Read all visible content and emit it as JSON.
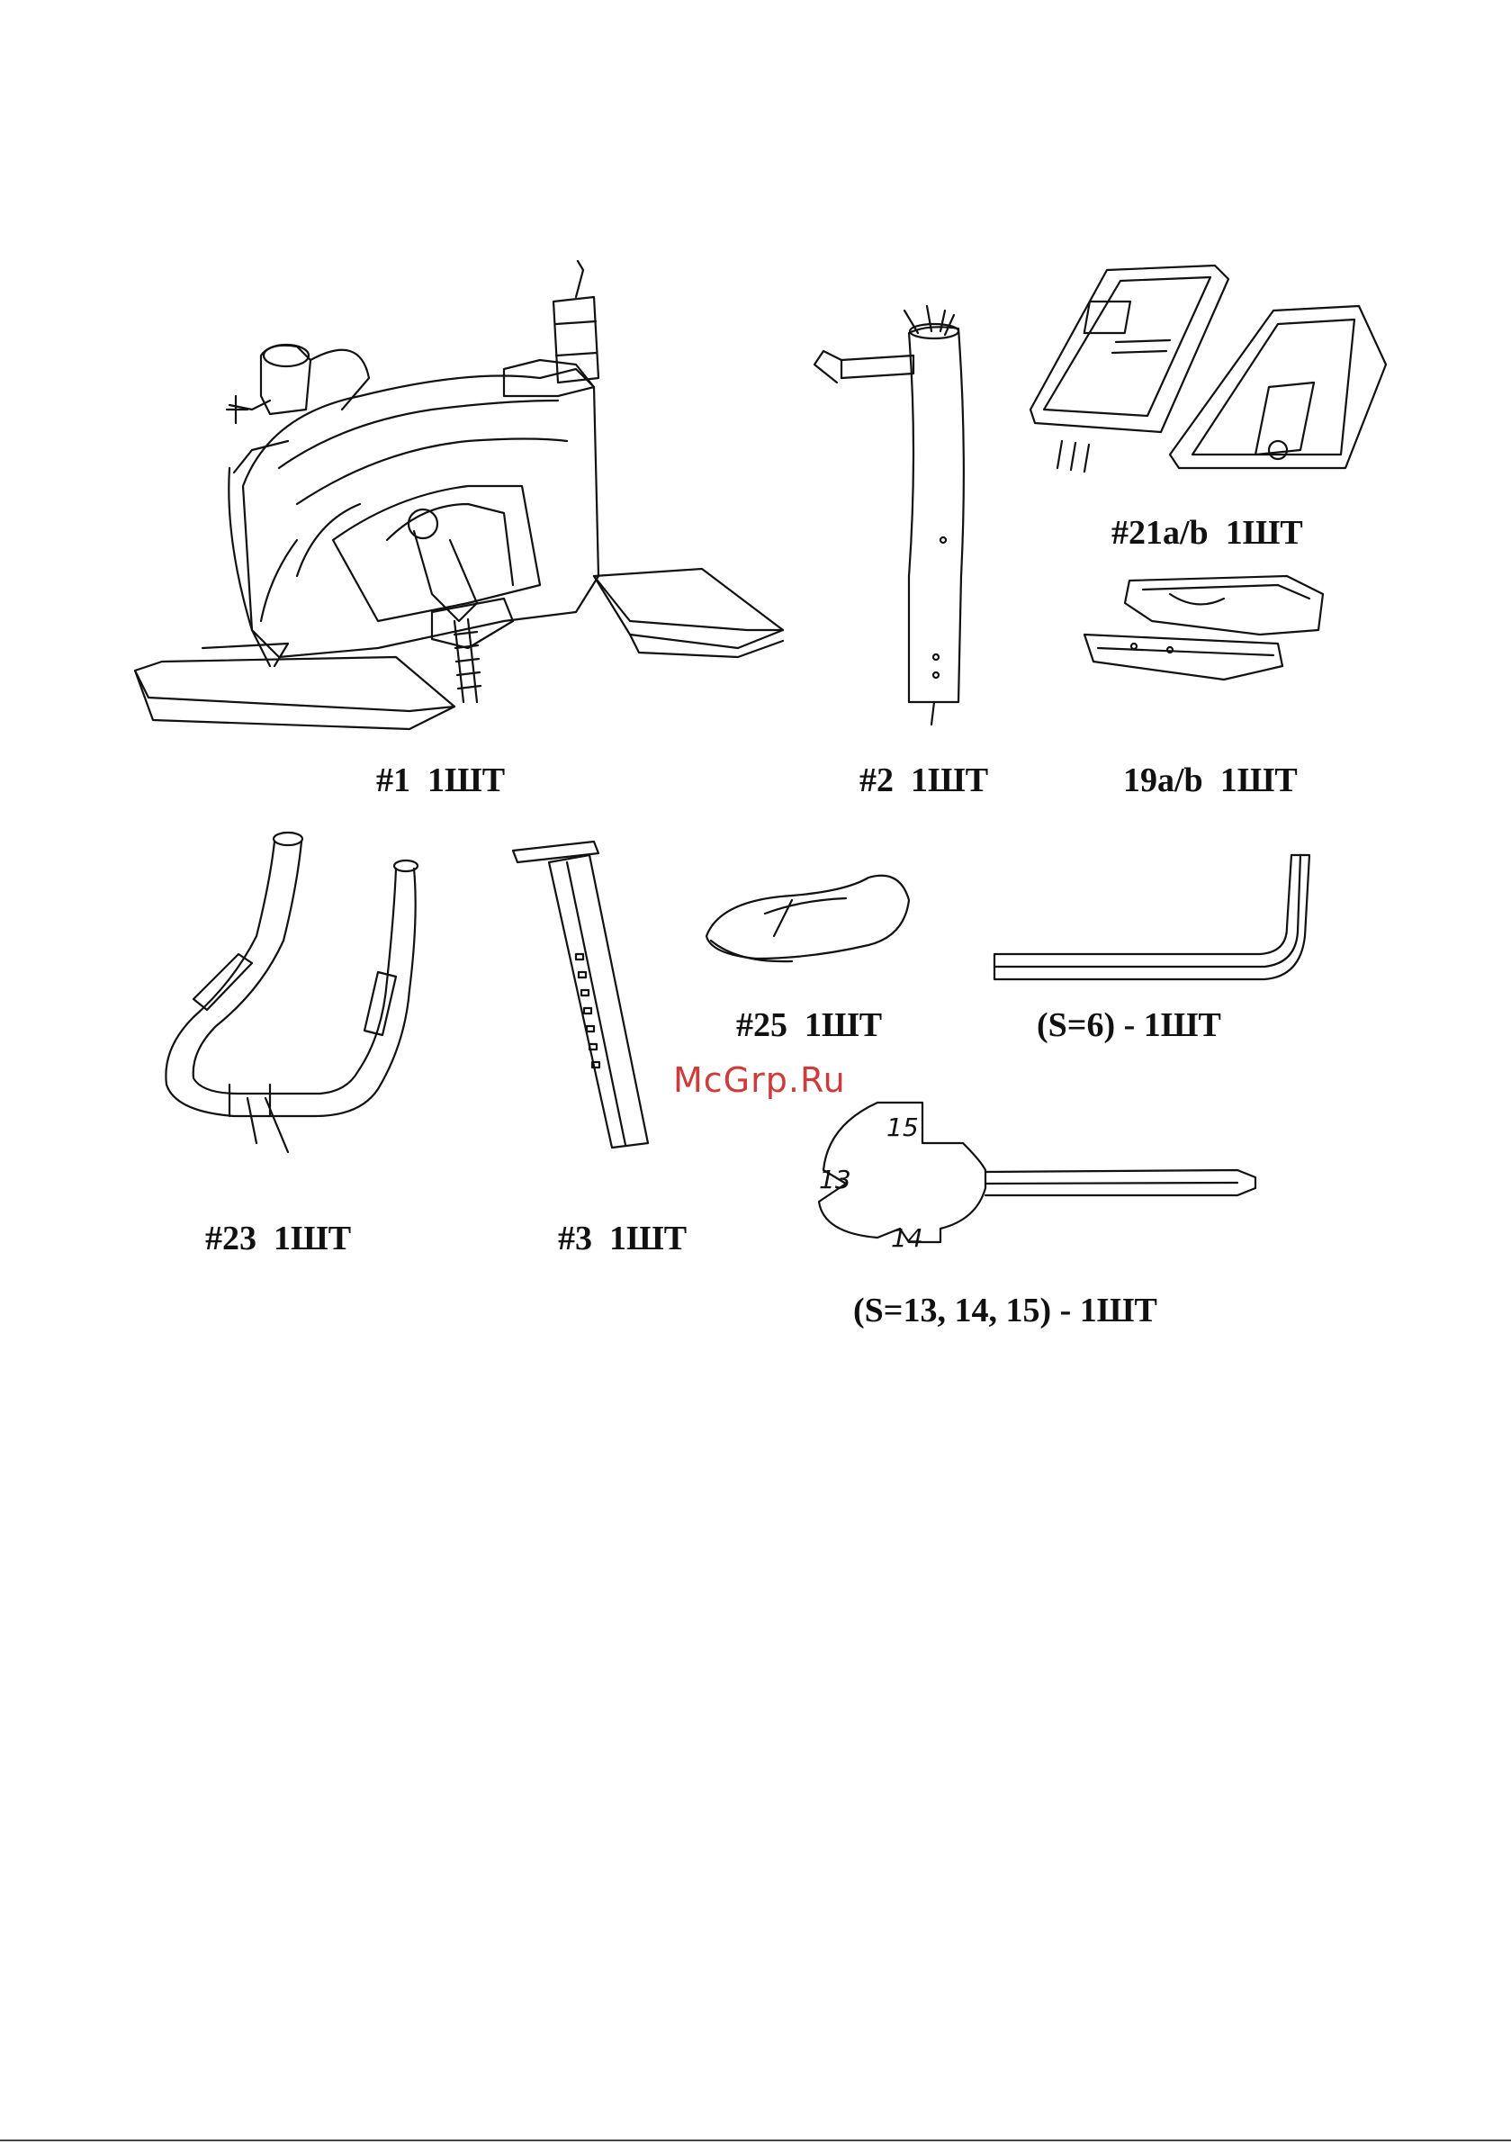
{
  "parts": [
    {
      "id": "p1",
      "label": "#1  1ШТ",
      "icon": "frame-base-icon"
    },
    {
      "id": "p2",
      "label": "#2  1ШТ",
      "icon": "console-mast-icon"
    },
    {
      "id": "p21",
      "label": "#21a/b  1ШТ",
      "icon": "console-covers-icon"
    },
    {
      "id": "p19",
      "label": "19a/b  1ШТ",
      "icon": "mast-cover-icon"
    },
    {
      "id": "p23",
      "label": "#23  1ШТ",
      "icon": "handlebar-icon"
    },
    {
      "id": "p3",
      "label": "#3  1ШТ",
      "icon": "seat-post-icon"
    },
    {
      "id": "p25",
      "label": "#25  1ШТ",
      "icon": "cover-cap-icon"
    },
    {
      "id": "hex",
      "label": "(S=6) - 1ШТ",
      "icon": "hex-key-icon"
    },
    {
      "id": "wrench",
      "label": "(S=13, 14, 15) - 1ШТ",
      "icon": "multi-wrench-icon"
    }
  ],
  "wrench_sizes": [
    "15",
    "13",
    "14"
  ],
  "watermark": "McGrp.Ru",
  "colors": {
    "ink": "#111111",
    "watermark": "#d23a3a",
    "background": "#ffffff"
  }
}
